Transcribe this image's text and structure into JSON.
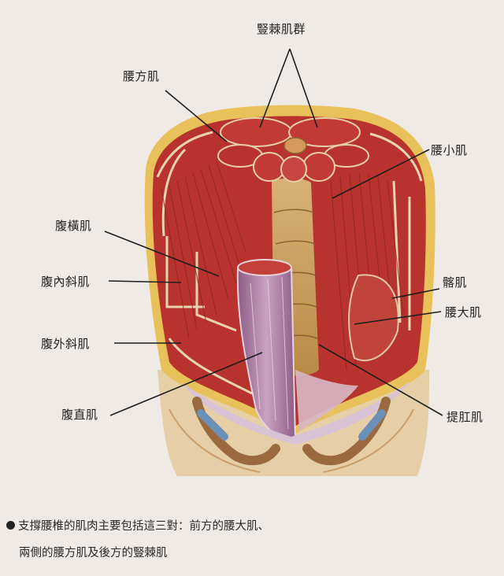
{
  "labels": {
    "erector_spinae": "豎棘肌群",
    "quadratus_lumborum": "腰方肌",
    "psoas_minor": "腰小肌",
    "transversus_abdominis": "腹橫肌",
    "internal_oblique": "腹內斜肌",
    "iliacus": "髂肌",
    "psoas_major": "腰大肌",
    "external_oblique": "腹外斜肌",
    "levator_ani": "提肛肌",
    "rectus_abdominis": "腹直肌"
  },
  "caption": {
    "line1": "支撐腰椎的肌肉主要包括這三對：前方的腰大肌、",
    "line2": "兩側的腰方肌及後方的豎棘肌"
  },
  "colors": {
    "background": "#efeae6",
    "muscle": "#b8332e",
    "muscle_dark": "#8f231f",
    "fat": "#e8c15a",
    "skin": "#e6cfa6",
    "rectus": "#a77a9e",
    "bone": "#9a6a3e",
    "cartilage": "#6c8fb8"
  }
}
